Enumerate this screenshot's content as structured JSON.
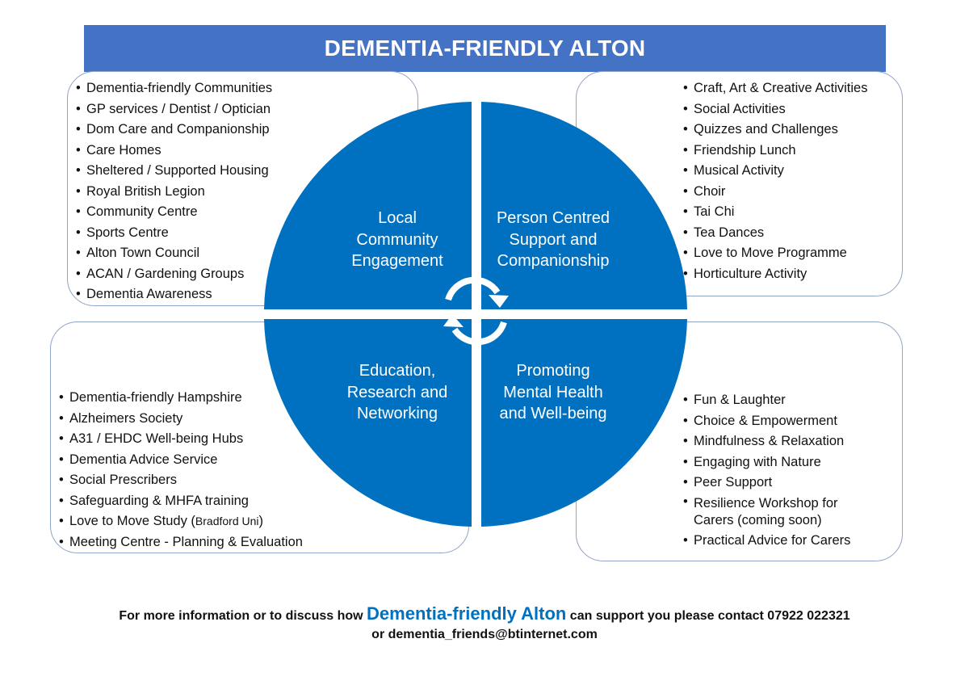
{
  "title": "DEMENTIA-FRIENDLY ALTON",
  "colors": {
    "banner": "#4472c4",
    "circle": "#0070c0",
    "box_border": "#8ea4c8"
  },
  "quadrants": {
    "top_left": {
      "label_lines": [
        "Local",
        "Community",
        "Engagement"
      ],
      "items": [
        "Dementia-friendly Communities",
        "GP services / Dentist / Optician",
        "Dom Care and Companionship",
        "Care Homes",
        "Sheltered / Supported Housing",
        "Royal British Legion",
        "Community Centre",
        "Sports Centre",
        "Alton Town Council",
        "ACAN / Gardening Groups",
        "Dementia Awareness"
      ]
    },
    "top_right": {
      "label_lines": [
        "Person Centred",
        "Support and",
        "Companionship"
      ],
      "items": [
        "Craft, Art & Creative Activities",
        "Social Activities",
        "Quizzes and Challenges",
        "Friendship Lunch",
        "Musical Activity",
        "Choir",
        "Tai Chi",
        "Tea Dances",
        "Love to Move Programme",
        "Horticulture Activity"
      ]
    },
    "bottom_left": {
      "label_lines": [
        "Education,",
        "Research and",
        "Networking"
      ],
      "items": [
        "Dementia-friendly Hampshire",
        "Alzheimers Society",
        "A31  / EHDC Well-being Hubs",
        "Dementia Advice Service",
        "Social Prescribers",
        "Safeguarding & MHFA training",
        "Love to Move Study ("
      ],
      "last_item_note": "Bradford Uni",
      "last_item_close": ")",
      "final_item": "Meeting Centre - Planning & Evaluation"
    },
    "bottom_right": {
      "label_lines": [
        "Promoting",
        "Mental Health",
        "and Well-being"
      ],
      "items": [
        "Fun & Laughter",
        "Choice & Empowerment",
        "Mindfulness & Relaxation",
        "Engaging with Nature",
        "Peer Support"
      ],
      "wrap_item": [
        "Resilience Workshop for",
        "Carers (coming soon)"
      ],
      "final_item": "Practical Advice for Carers"
    }
  },
  "footer": {
    "pre": "For more information or to discuss how ",
    "brand": "Dementia-friendly Alton",
    "post": " can support you please contact 07922 022321",
    "line2": "or dementia_friends@btinternet.com"
  }
}
